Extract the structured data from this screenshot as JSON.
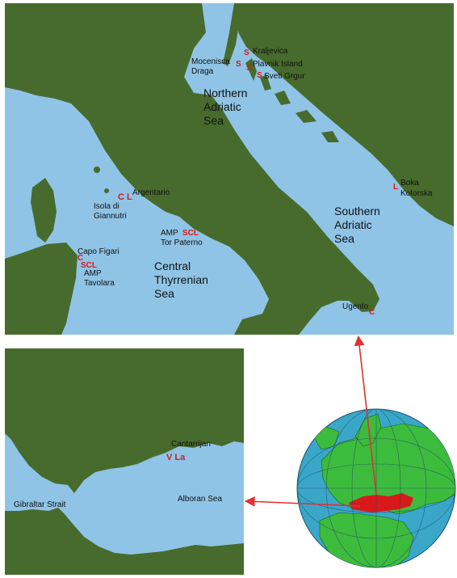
{
  "colors": {
    "water": "#8fc4e6",
    "land": "#476b2c",
    "marker": "#d7191c",
    "globe_water": "#3aa7c9",
    "globe_land": "#3dbb3d",
    "globe_highlight": "#d7191c",
    "arrow": "#e0322f"
  },
  "top_map": {
    "seas": {
      "northern": [
        "Northern",
        "Adriatic",
        "Sea"
      ],
      "southern": [
        "Southern",
        "Adriatic",
        "Sea"
      ],
      "central": [
        "Central",
        "Thyrrenian",
        "Sea"
      ]
    },
    "places": {
      "kraljevica": "Kraljevica",
      "mocenisca": [
        "Mocenisca",
        "Draga"
      ],
      "plavnik": "Plavnik Island",
      "sveti": "Sveti Grgur",
      "boka": [
        "Boka",
        "Kotorska"
      ],
      "argentario": "Argentario",
      "giannutri": [
        "Isola di",
        "Giannutri"
      ],
      "torpaterno": [
        "AMP",
        "Tor Paterno"
      ],
      "capofigari": "Capo Figari",
      "tavolara": [
        "AMP",
        "Tavolara"
      ],
      "ugento": "Ugento"
    },
    "markers": {
      "kraljevica": "S",
      "mocenisca": "S",
      "plavnik": "S",
      "sveti": "S",
      "boka": "L",
      "argentario": "C L",
      "torpaterno": "SCL",
      "capofigari": "C",
      "tavolara": "SCL",
      "ugento": "C"
    }
  },
  "bottom_map": {
    "places": {
      "cantarrijan": "Cantarrijan",
      "gibraltar": "Gibraltar Strait",
      "alboran": "Alboran Sea"
    },
    "markers": {
      "cantarrijan": "V La"
    }
  },
  "globe": {
    "icon": "globe-icon"
  }
}
